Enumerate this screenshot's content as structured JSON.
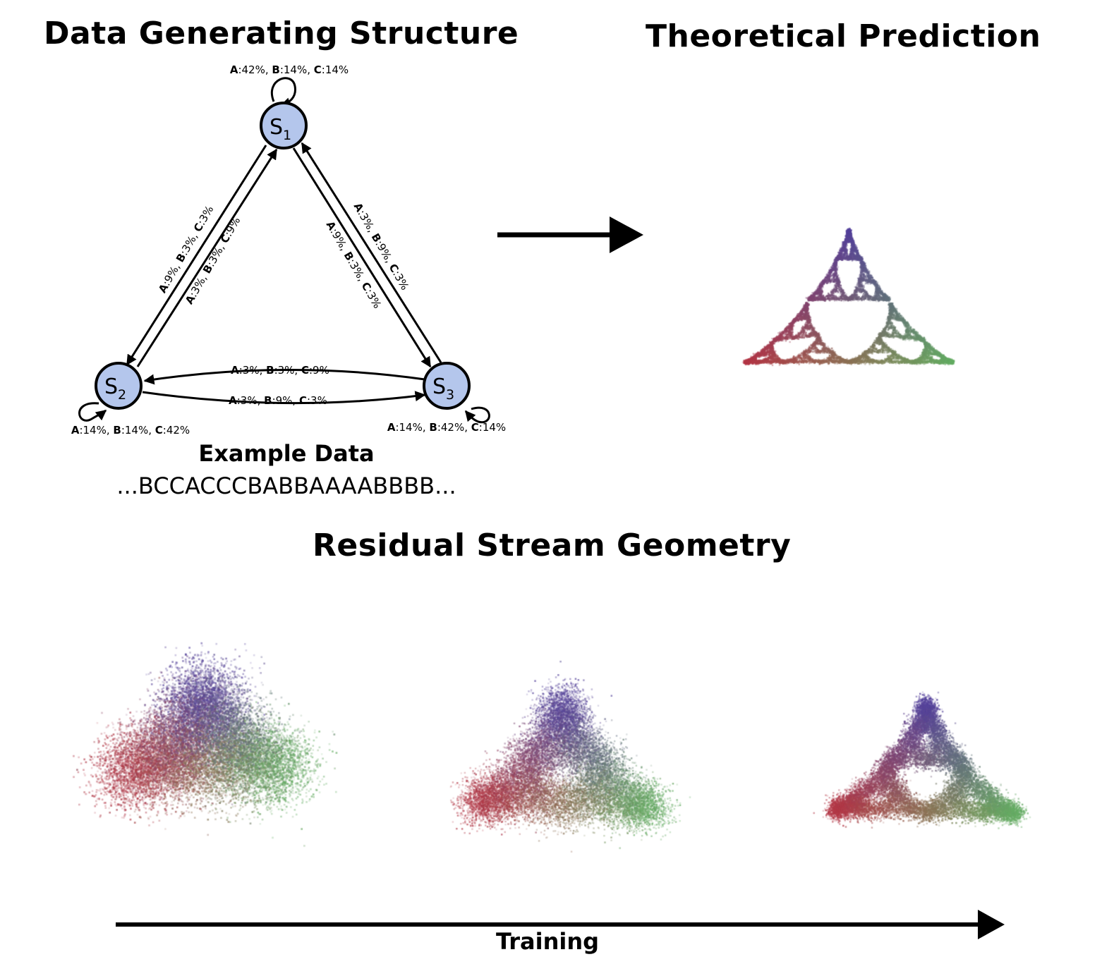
{
  "titles": {
    "left": "Data Generating Structure",
    "right": "Theoretical Prediction",
    "bottom": "Residual Stream Geometry"
  },
  "states": {
    "s1": {
      "letter": "S",
      "sub": "1"
    },
    "s2": {
      "letter": "S",
      "sub": "2"
    },
    "s3": {
      "letter": "S",
      "sub": "3"
    }
  },
  "transitions": {
    "s1_self": [
      [
        "A",
        ":42%, "
      ],
      [
        "B",
        ":14%, "
      ],
      [
        "C",
        ":14%"
      ]
    ],
    "s2_self": [
      [
        "A",
        ":14%, "
      ],
      [
        "B",
        ":14%, "
      ],
      [
        "C",
        ":42%"
      ]
    ],
    "s3_self": [
      [
        "A",
        ":14%, "
      ],
      [
        "B",
        ":42%, "
      ],
      [
        "C",
        ":14%"
      ]
    ],
    "s1_to_s2": [
      [
        "A",
        ":9%, "
      ],
      [
        "B",
        ":3%, "
      ],
      [
        "C",
        ":3%"
      ]
    ],
    "s2_to_s1": [
      [
        "A",
        ":3%, "
      ],
      [
        "B",
        ":3%, "
      ],
      [
        "C",
        ":9%"
      ]
    ],
    "s1_to_s3": [
      [
        "A",
        ":9%, "
      ],
      [
        "B",
        ":3%, "
      ],
      [
        "C",
        ":3%"
      ]
    ],
    "s3_to_s1": [
      [
        "A",
        ":3%, "
      ],
      [
        "B",
        ":9%, "
      ],
      [
        "C",
        ":3%"
      ]
    ],
    "s3_to_s2": [
      [
        "A",
        ":3%, "
      ],
      [
        "B",
        ":3%, "
      ],
      [
        "C",
        ":9%"
      ]
    ],
    "s2_to_s3": [
      [
        "A",
        ":3%, "
      ],
      [
        "B",
        ":9%, "
      ],
      [
        "C",
        ":3%"
      ]
    ]
  },
  "example": {
    "title": "Example Data",
    "sequence": "...BCCACCCBABBAAAABBBB..."
  },
  "training_label": "Training",
  "colors": {
    "node_fill": "#b4c6ec",
    "node_stroke": "#000000",
    "vertex_top": "#1a10e6",
    "vertex_left": "#ee2a14",
    "vertex_right": "#6af046"
  }
}
